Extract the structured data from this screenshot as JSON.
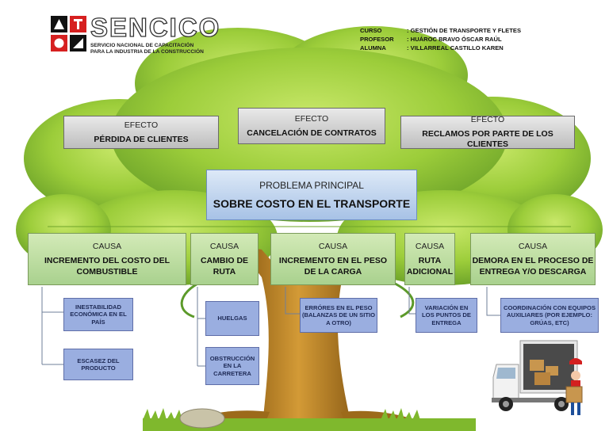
{
  "logo": {
    "name": "SENCICO",
    "subtitle_1": "SERVICIO NACIONAL DE CAPACITACIÓN",
    "subtitle_2": "PARA LA INDUSTRIA DE LA CONSTRUCCIÓN"
  },
  "header": {
    "rows": [
      {
        "label": "CURSO",
        "value": ": GESTIÓN DE TRANSPORTE Y FLETES"
      },
      {
        "label": "PROFESOR",
        "value": ": HUÁROC BRAVO ÓSCAR RAÚL"
      },
      {
        "label": "ALUMNA",
        "value": ": VILLARREAL CASTILLO KAREN"
      }
    ]
  },
  "effects": [
    {
      "label": "EFECTO",
      "title": "PÉRDIDA DE CLIENTES"
    },
    {
      "label": "EFECTO",
      "title": "CANCELACIÓN DE CONTRATOS"
    },
    {
      "label": "EFECTO",
      "title": "RECLAMOS POR PARTE DE LOS CLIENTES"
    }
  ],
  "problem": {
    "label": "PROBLEMA PRINCIPAL",
    "title": "SOBRE COSTO EN EL TRANSPORTE"
  },
  "causes": [
    {
      "label": "CAUSA",
      "title_1": "INCREMENTO DEL COSTO DEL",
      "title_2": "COMBUSTIBLE"
    },
    {
      "label": "CAUSA",
      "title_1": "CAMBIO DE",
      "title_2": "RUTA"
    },
    {
      "label": "CAUSA",
      "title_1": "INCREMENTO EN EL PESO",
      "title_2": "DE LA CARGA"
    },
    {
      "label": "CAUSA",
      "title_1": "RUTA",
      "title_2": "ADICIONAL"
    },
    {
      "label": "CAUSA",
      "title_1": "DEMORA EN EL PROCESO DE",
      "title_2": "ENTREGA Y/O DESCARGA"
    }
  ],
  "subcauses": {
    "c1": [
      "INESTABILIDAD ECONÓMICA EN EL PAÍS",
      "ESCASEZ DEL PRODUCTO"
    ],
    "c2": [
      "HUELGAS",
      "OBSTRUCCIÓN EN LA CARRETERA"
    ],
    "c3": [
      "ERRÓRES EN EL PESO (BALANZAS DE UN SITIO A OTRO)"
    ],
    "c4": [
      "VARIACIÓN EN LOS PUNTOS DE ENTREGA"
    ],
    "c5": [
      "COORDINACIÓN CON EQUIPOS AUXILIARES (POR EJEMPLO: GRÚAS, ETC)"
    ]
  },
  "colors": {
    "effect_fill": "#cfcfcf",
    "cause_fill": "#a9d18e",
    "problem_fill": "#b4c7e7",
    "subcause_fill": "#9aaee0",
    "tree_canopy": "#9ccd3a",
    "tree_trunk": "#b5821e"
  }
}
